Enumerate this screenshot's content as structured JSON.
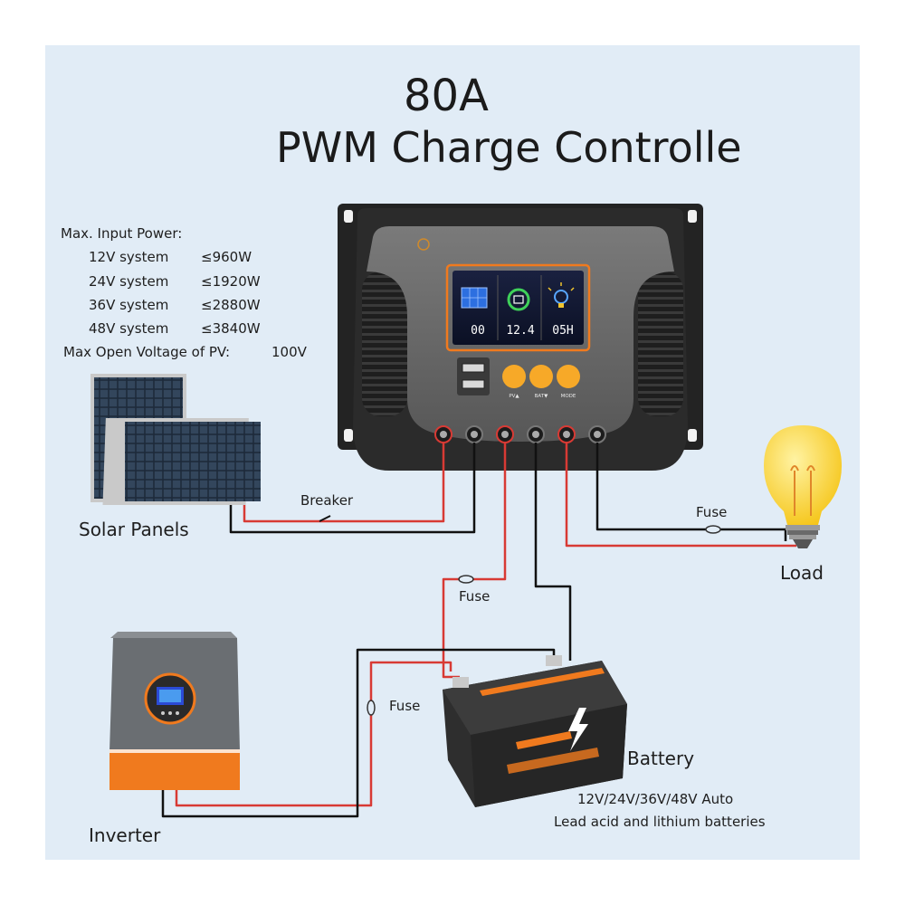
{
  "title": {
    "line1": "80A",
    "line2": "PWM Charge Controlle"
  },
  "specs": {
    "heading": "Max. Input Power:",
    "rows": [
      {
        "system": "12V system",
        "power": "≤960W"
      },
      {
        "system": "24V system",
        "power": "≤1920W"
      },
      {
        "system": "36V system",
        "power": "≤2880W"
      },
      {
        "system": "48V system",
        "power": "≤3840W"
      }
    ],
    "open_voltage_label": "Max Open Voltage of PV:",
    "open_voltage_value": "100V"
  },
  "display": {
    "pv_value": "00",
    "battery_value": "12.4",
    "load_value": "05H"
  },
  "buttons": [
    "PV▲",
    "BAT▼",
    "MODE"
  ],
  "labels": {
    "breaker": "Breaker",
    "solar_panels": "Solar Panels",
    "fuse_load": "Fuse",
    "load": "Load",
    "fuse_battery": "Fuse",
    "fuse_inverter": "Fuse",
    "battery": "Battery",
    "battery_voltage": "12V/24V/36V/48V Auto",
    "battery_types": "Lead acid and lithium batteries",
    "inverter": "Inverter"
  },
  "colors": {
    "background": "#e1ecf6",
    "controller_frame": "#2b2b2b",
    "controller_face": "#6e6e6e",
    "accent_orange": "#f07a1e",
    "button_yellow": "#f7a928",
    "wire_red": "#d83a34",
    "wire_black": "#111111",
    "bulb_yellow": "#f7d22e"
  }
}
